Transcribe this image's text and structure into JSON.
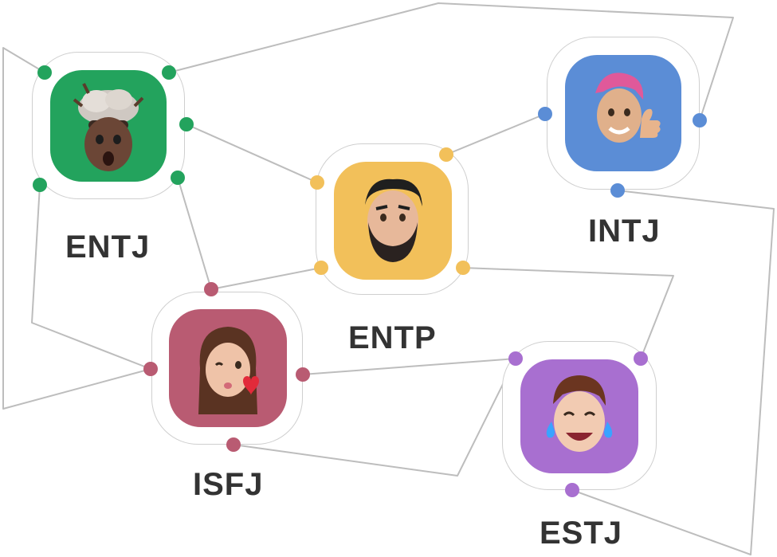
{
  "nodes": [
    {
      "id": "entj",
      "label": "ENTJ",
      "color": "#23a35d",
      "avatar": "memoji-exploding-head"
    },
    {
      "id": "entp",
      "label": "ENTP",
      "color": "#f2c05a",
      "avatar": "memoji-bearded-man"
    },
    {
      "id": "intj",
      "label": "INTJ",
      "color": "#5b8dd6",
      "avatar": "memoji-thumbs-up-pink-hair"
    },
    {
      "id": "isfj",
      "label": "ISFJ",
      "color": "#b95b72",
      "avatar": "memoji-kiss-heart"
    },
    {
      "id": "estj",
      "label": "ESTJ",
      "color": "#a86fd0",
      "avatar": "memoji-tears-of-joy"
    }
  ],
  "link_color": "#bdbdbd"
}
